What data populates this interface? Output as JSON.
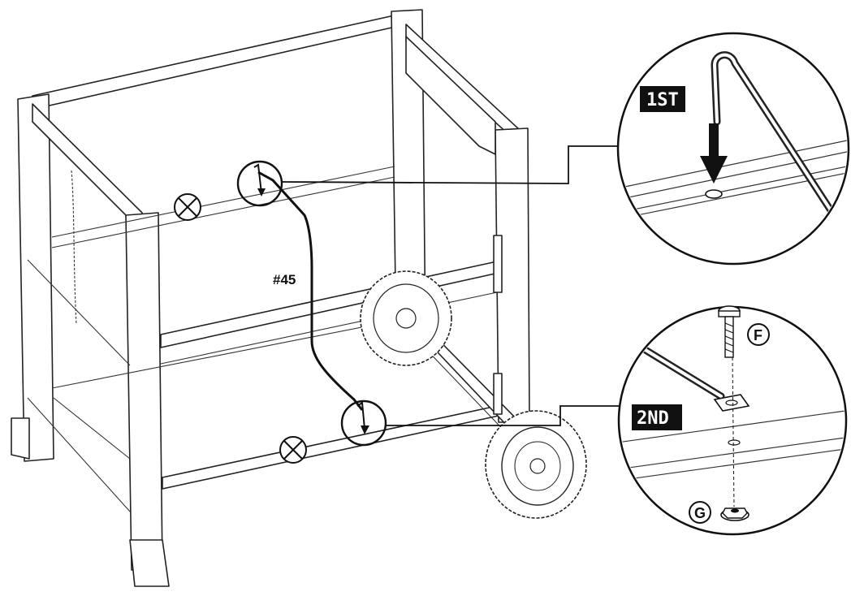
{
  "diagram": {
    "part_label": "#45",
    "steps": [
      {
        "label": "1ST"
      },
      {
        "label": "2ND"
      }
    ],
    "hardware": [
      {
        "letter": "F"
      },
      {
        "letter": "G"
      }
    ]
  }
}
